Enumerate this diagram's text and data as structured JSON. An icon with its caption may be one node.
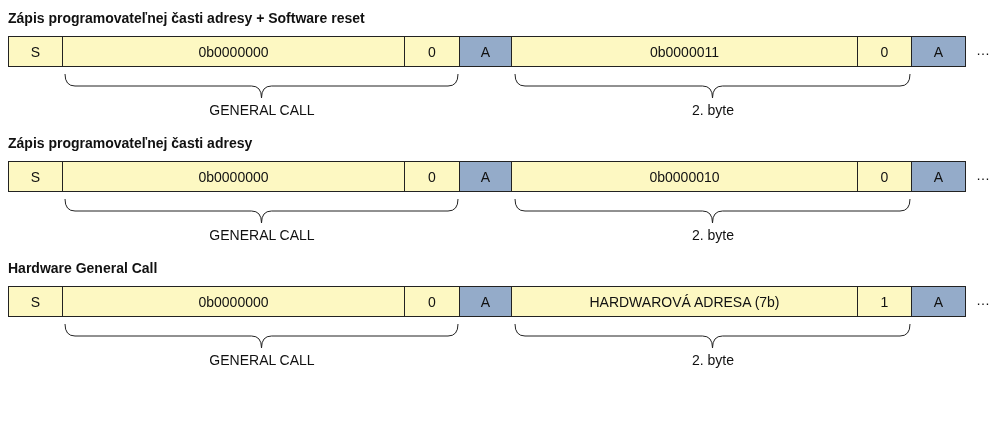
{
  "diagram": {
    "nodes": [
      {
        "text": [
          "S"
        ]
      },
      {
        "text": [
          "0b0000000"
        ]
      },
      {
        "text": [
          "0"
        ]
      },
      {
        "text": [
          "A"
        ]
      },
      {
        "text": [
          "0b0000011"
        ]
      },
      {
        "text": [
          "0"
        ]
      },
      {
        "text": [
          "A"
        ]
      },
      {
        "text": [
          "S"
        ]
      },
      {
        "text": [
          "0b0000000"
        ]
      },
      {
        "text": [
          "0"
        ]
      },
      {
        "text": [
          "A"
        ]
      },
      {
        "text": [
          "0b0000010"
        ]
      },
      {
        "text": [
          "0"
        ]
      },
      {
        "text": [
          "A"
        ]
      },
      {
        "text": [
          "S"
        ]
      },
      {
        "text": [
          "0b0000000"
        ]
      },
      {
        "text": [
          "0"
        ]
      },
      {
        "text": [
          "A"
        ]
      },
      {
        "text": [
          "HARDWAROVÁ ADRESA (7b)"
        ]
      },
      {
        "text": [
          "1"
        ]
      },
      {
        "text": [
          "A"
        ]
      }
    ],
    "edges": [],
    "labels": [
      "Zápis programovateľnej časti adresy + Software reset",
      "…",
      "GENERAL CALL",
      "2. byte",
      "Zápis programovateľnej časti adresy",
      "…",
      "GENERAL CALL",
      "2. byte",
      "Hardware General Call",
      "…",
      "GENERAL CALL",
      "2. byte"
    ]
  }
}
